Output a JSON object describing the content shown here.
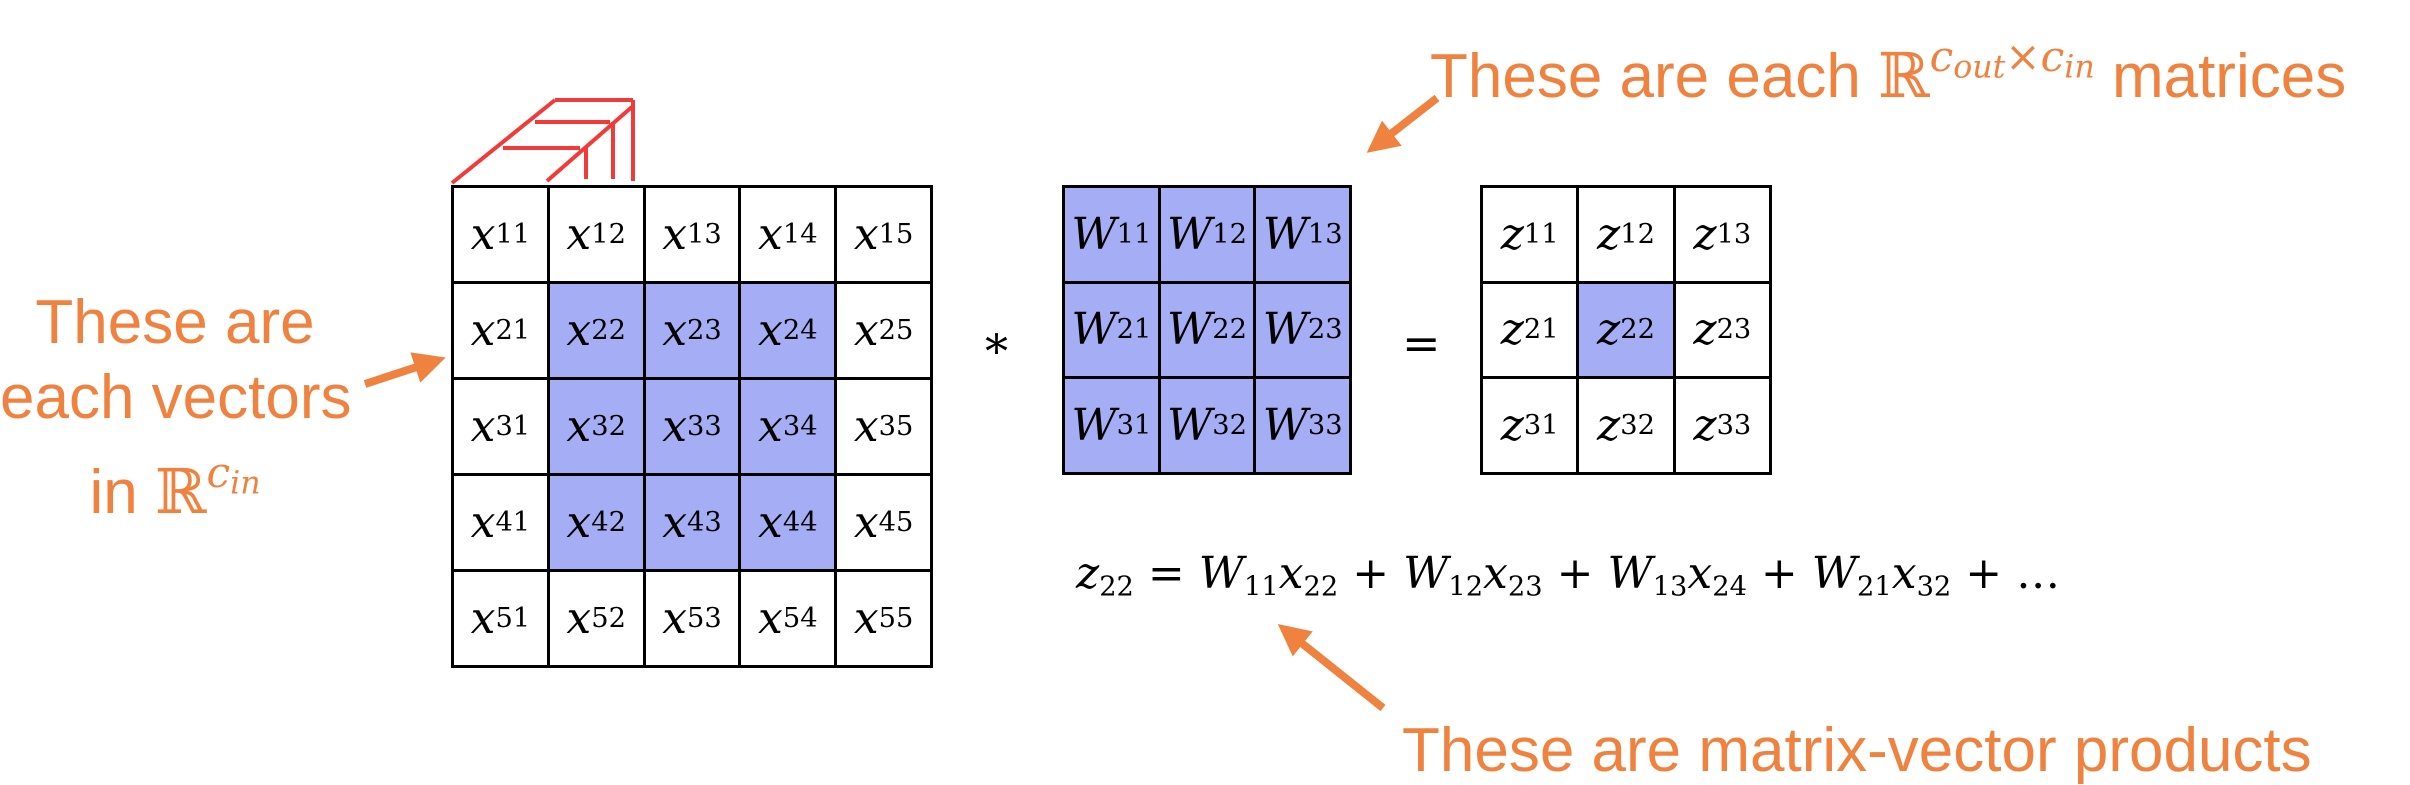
{
  "colors": {
    "highlight": "#a5adf5",
    "annotation": "#f0823f",
    "channel_box": "#f23a3a",
    "grid_line": "#000000"
  },
  "input_grid": {
    "symbol": "x",
    "rows": 5,
    "cols": 5,
    "cells": [
      [
        "11",
        "12",
        "13",
        "14",
        "15"
      ],
      [
        "21",
        "22",
        "23",
        "24",
        "25"
      ],
      [
        "31",
        "32",
        "33",
        "34",
        "35"
      ],
      [
        "41",
        "42",
        "43",
        "44",
        "45"
      ],
      [
        "51",
        "52",
        "53",
        "54",
        "55"
      ]
    ],
    "highlighted": [
      "22",
      "23",
      "24",
      "32",
      "33",
      "34",
      "42",
      "43",
      "44"
    ]
  },
  "kernel_grid": {
    "symbol": "W",
    "rows": 3,
    "cols": 3,
    "cells": [
      [
        "11",
        "12",
        "13"
      ],
      [
        "21",
        "22",
        "23"
      ],
      [
        "31",
        "32",
        "33"
      ]
    ],
    "highlighted": [
      "11",
      "12",
      "13",
      "21",
      "22",
      "23",
      "31",
      "32",
      "33"
    ]
  },
  "output_grid": {
    "symbol": "z",
    "rows": 3,
    "cols": 3,
    "cells": [
      [
        "11",
        "12",
        "13"
      ],
      [
        "21",
        "22",
        "23"
      ],
      [
        "31",
        "32",
        "33"
      ]
    ],
    "highlighted": [
      "22"
    ]
  },
  "operators": {
    "convolve": "*",
    "equals": "="
  },
  "equation": {
    "lhs": {
      "sym": "z",
      "sub": "22"
    },
    "equals": "=",
    "terms": [
      {
        "w": "W",
        "wsub": "11",
        "x": "x",
        "xsub": "22"
      },
      {
        "w": "W",
        "wsub": "12",
        "x": "x",
        "xsub": "23"
      },
      {
        "w": "W",
        "wsub": "13",
        "x": "x",
        "xsub": "24"
      },
      {
        "w": "W",
        "wsub": "21",
        "x": "x",
        "xsub": "32"
      }
    ],
    "plus": "+",
    "ellipsis": "+ …"
  },
  "annotations": {
    "left": {
      "line1": "These are",
      "line2": "each vectors",
      "line3_prefix": "in ",
      "set_symbol": "ℝ",
      "exp_base": "c",
      "exp_sub": "in"
    },
    "top": {
      "prefix": "These are each ",
      "set_symbol": "ℝ",
      "exp_base1": "c",
      "exp_sub1": "out",
      "times": "×",
      "exp_base2": "c",
      "exp_sub2": "in",
      "suffix": " matrices"
    },
    "bottom": {
      "text": "These are matrix-vector products"
    }
  }
}
